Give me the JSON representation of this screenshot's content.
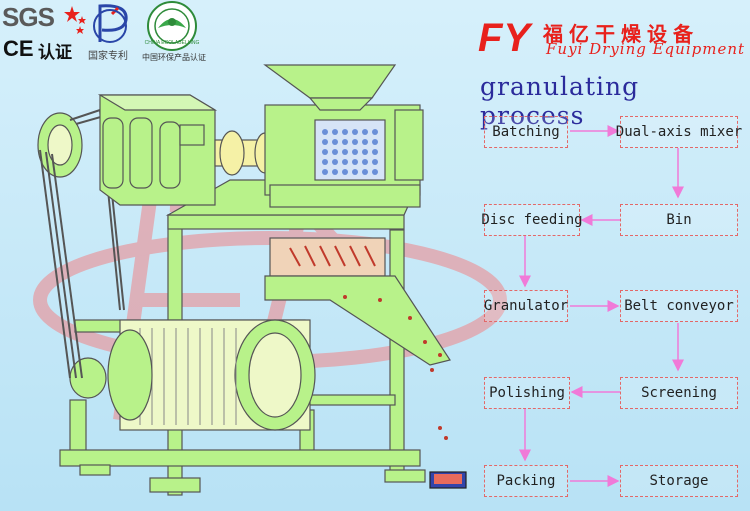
{
  "header": {
    "sgs": "SGS",
    "ce": "CE",
    "ce_cn": "认证",
    "patent_caption": "国家专利",
    "eco_caption": "中国环保产品认证",
    "eco_seal_text": "CHINA ECOLABELLING",
    "brand_logo": "FY",
    "brand_cn": "福亿干燥设备",
    "brand_en": "Fuyi Drying Equipment"
  },
  "process": {
    "title": "granulating process",
    "steps": [
      {
        "label": "Batching"
      },
      {
        "label": "Dual-axis mixer"
      },
      {
        "label": "Disc feeding"
      },
      {
        "label": "Bin"
      },
      {
        "label": "Granulator"
      },
      {
        "label": "Belt conveyor"
      },
      {
        "label": "Polishing"
      },
      {
        "label": "Screening"
      },
      {
        "label": "Packing"
      },
      {
        "label": "Storage"
      }
    ],
    "arrow_color": "#f07ad8",
    "box_border_color": "#e36868"
  },
  "colors": {
    "machine_green": "#b8f28a",
    "machine_outline": "#555555",
    "motor_pale": "#eef8c8",
    "watermark_red": "#e79aa0",
    "brand_red": "#e8211c",
    "title_blue": "#2b2b9b"
  },
  "icons": [
    "patent-logo-icon",
    "eco-label-seal-icon",
    "china-flag-stars-icon"
  ]
}
